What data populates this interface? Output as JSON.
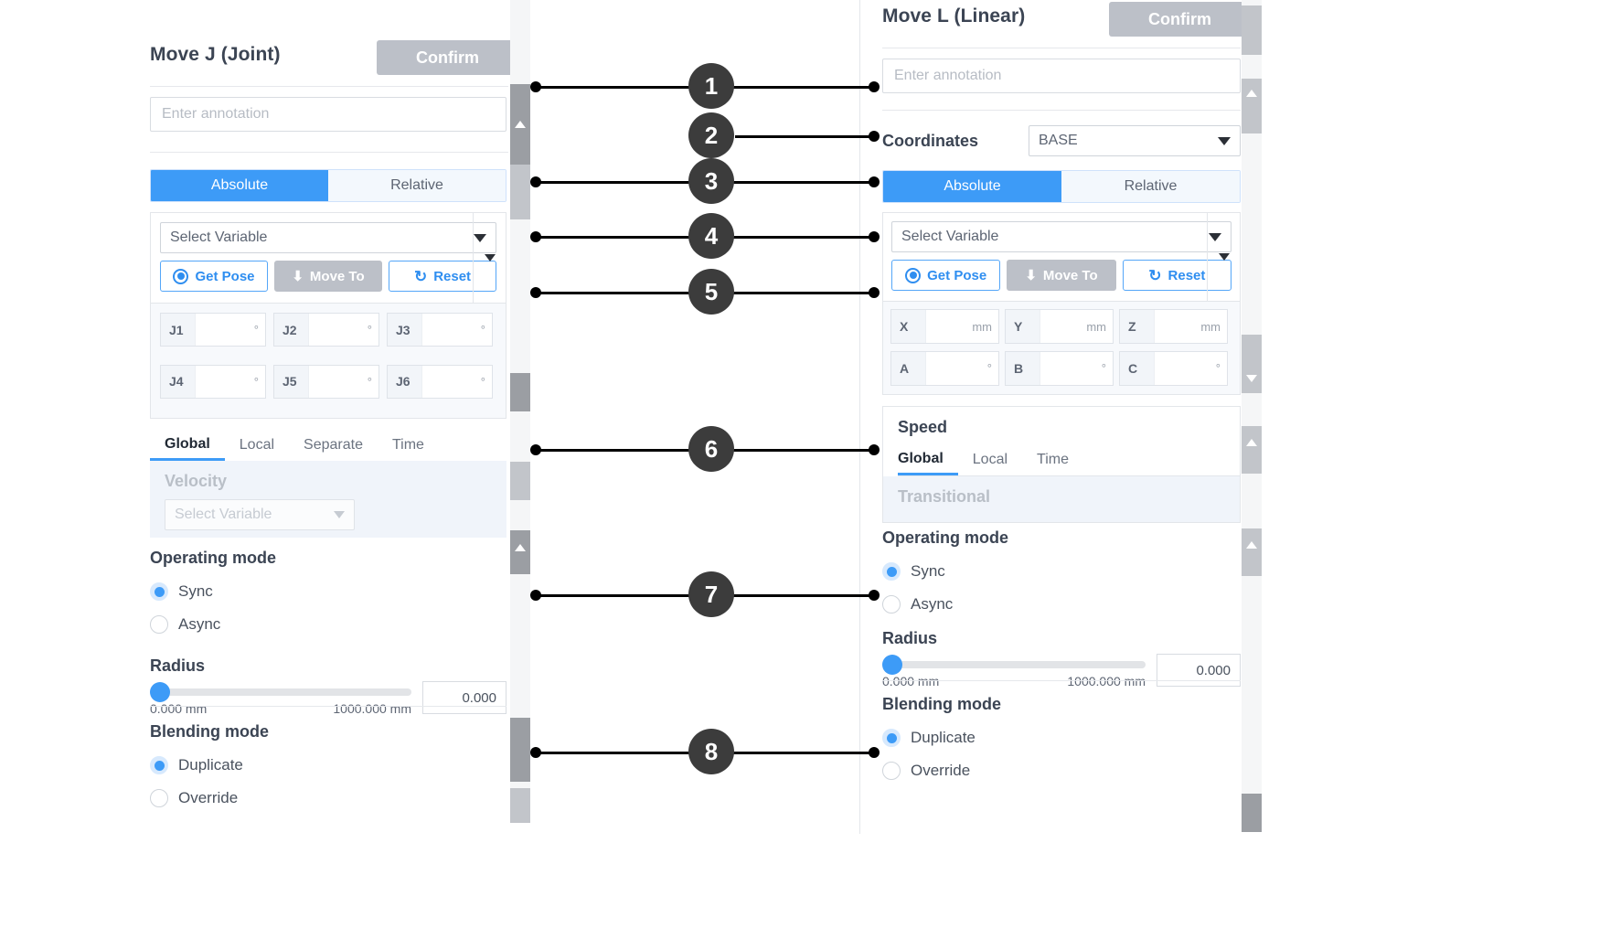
{
  "left_panel": {
    "title": "Move J (Joint)",
    "confirm_label": "Confirm",
    "annotation_placeholder": "Enter annotation",
    "mode_tabs": {
      "absolute": "Absolute",
      "relative": "Relative"
    },
    "variable_select": "Select Variable",
    "actions": {
      "get_pose": "Get Pose",
      "move_to": "Move To",
      "reset": "Reset"
    },
    "joint_fields": [
      {
        "label": "J1",
        "value": "",
        "unit": "°"
      },
      {
        "label": "J2",
        "value": "",
        "unit": "°"
      },
      {
        "label": "J3",
        "value": "",
        "unit": "°"
      },
      {
        "label": "J4",
        "value": "",
        "unit": "°"
      },
      {
        "label": "J5",
        "value": "",
        "unit": "°"
      },
      {
        "label": "J6",
        "value": "",
        "unit": "°"
      }
    ],
    "speed_tabs": [
      "Global",
      "Local",
      "Separate",
      "Time"
    ],
    "speed_active_tab": "Global",
    "velocity_label": "Velocity",
    "velocity_select": "Select Variable",
    "operating_mode": {
      "title": "Operating mode",
      "options": [
        "Sync",
        "Async"
      ],
      "selected": "Sync"
    },
    "radius": {
      "title": "Radius",
      "min_label": "0.000 mm",
      "max_label": "1000.000 mm",
      "value": "0.000"
    },
    "blending_mode": {
      "title": "Blending mode",
      "options": [
        "Duplicate",
        "Override"
      ],
      "selected": "Duplicate"
    }
  },
  "right_panel": {
    "title": "Move L (Linear)",
    "confirm_label": "Confirm",
    "annotation_placeholder": "Enter annotation",
    "coordinates_label": "Coordinates",
    "coordinates_value": "BASE",
    "mode_tabs": {
      "absolute": "Absolute",
      "relative": "Relative"
    },
    "variable_select": "Select Variable",
    "actions": {
      "get_pose": "Get Pose",
      "move_to": "Move To",
      "reset": "Reset"
    },
    "pose_fields": [
      {
        "label": "X",
        "value": "",
        "unit": "mm"
      },
      {
        "label": "Y",
        "value": "",
        "unit": "mm"
      },
      {
        "label": "Z",
        "value": "",
        "unit": "mm"
      },
      {
        "label": "A",
        "value": "",
        "unit": "°"
      },
      {
        "label": "B",
        "value": "",
        "unit": "°"
      },
      {
        "label": "C",
        "value": "",
        "unit": "°"
      }
    ],
    "speed_title": "Speed",
    "speed_tabs": [
      "Global",
      "Local",
      "Time"
    ],
    "speed_active_tab": "Global",
    "transitional_label": "Transitional",
    "operating_mode": {
      "title": "Operating mode",
      "options": [
        "Sync",
        "Async"
      ],
      "selected": "Sync"
    },
    "radius": {
      "title": "Radius",
      "min_label": "0.000 mm",
      "max_label": "1000.000 mm",
      "value": "0.000"
    },
    "blending_mode": {
      "title": "Blending mode",
      "options": [
        "Duplicate",
        "Override"
      ],
      "selected": "Duplicate"
    }
  },
  "callouts": [
    {
      "number": "1"
    },
    {
      "number": "2"
    },
    {
      "number": "3"
    },
    {
      "number": "4"
    },
    {
      "number": "5"
    },
    {
      "number": "6"
    },
    {
      "number": "7"
    },
    {
      "number": "8"
    }
  ],
  "colors": {
    "accent": "#3d9bf7",
    "disabled": "#bcc0c8",
    "callout": "#3c3c3c",
    "panel_border": "#e3e6ea"
  }
}
